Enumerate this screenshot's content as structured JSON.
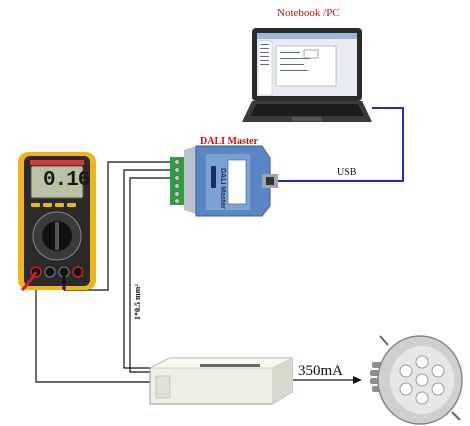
{
  "labels": {
    "notebook": "Notebook /PC",
    "dali_master": "DALI Master",
    "usb": "USB",
    "current": "350mA",
    "cable": "1*0.5 mm²",
    "meter_reading": "0.16",
    "dali_device_text": "DALI Master"
  },
  "colors": {
    "usb_cable": "#1f2fb8",
    "dali_wire": "#111111",
    "label_red": "#cc1111",
    "module_blue": "#5b86c4",
    "terminal_green": "#2e9e3e",
    "meter_yellow": "#f0b418"
  }
}
